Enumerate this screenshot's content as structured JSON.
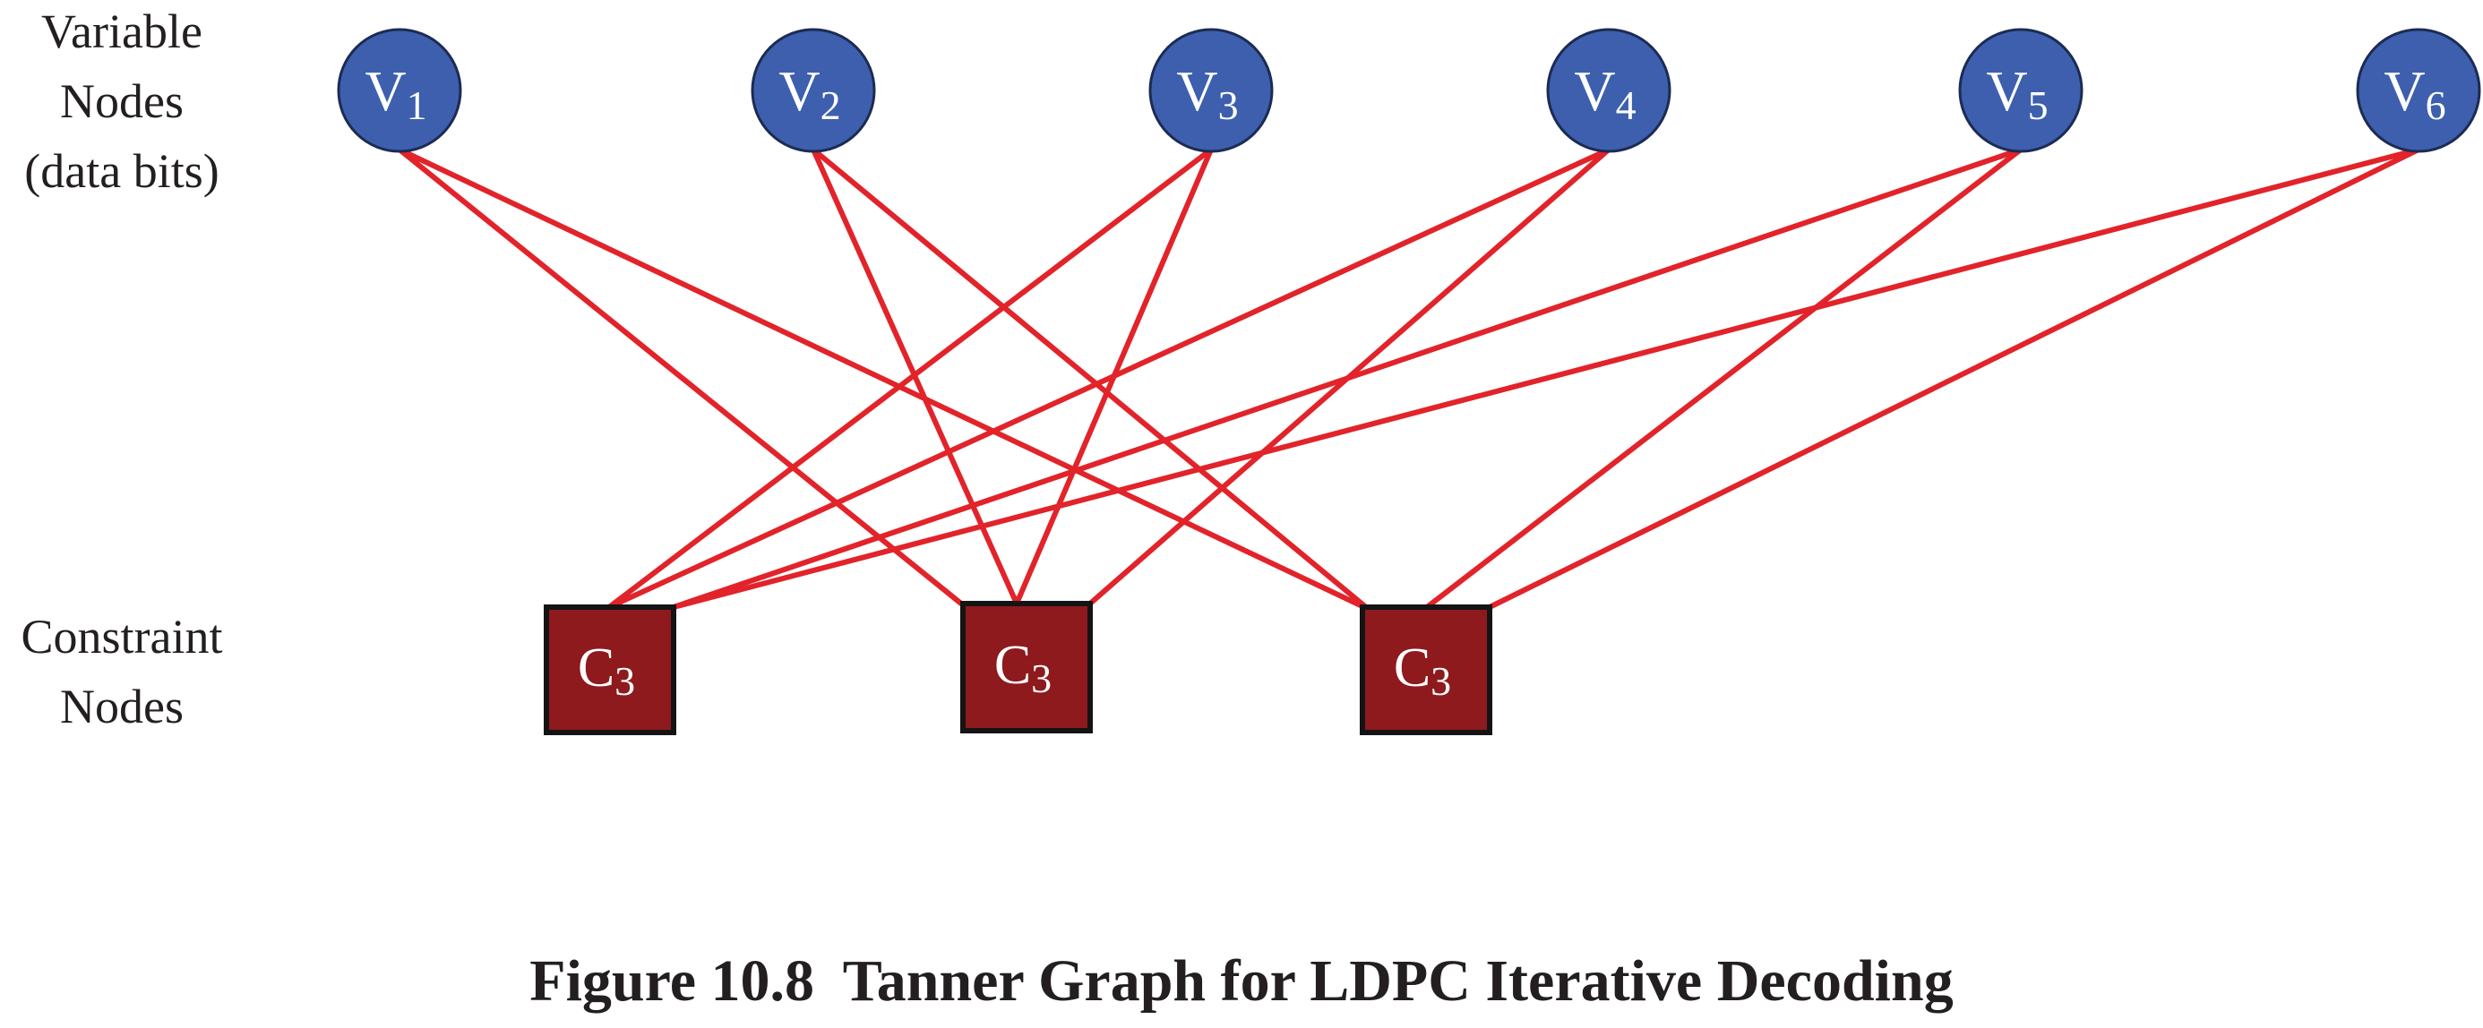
{
  "labels": {
    "variable_nodes": [
      "Variable",
      "Nodes",
      "(data bits)"
    ],
    "constraint_nodes": [
      "Constraint",
      "Nodes"
    ]
  },
  "variable_nodes": [
    {
      "id": "v1",
      "letter": "V",
      "sub": "1"
    },
    {
      "id": "v2",
      "letter": "V",
      "sub": "2"
    },
    {
      "id": "v3",
      "letter": "V",
      "sub": "3"
    },
    {
      "id": "v4",
      "letter": "V",
      "sub": "4"
    },
    {
      "id": "v5",
      "letter": "V",
      "sub": "5"
    },
    {
      "id": "v6",
      "letter": "V",
      "sub": "6"
    }
  ],
  "constraint_nodes": [
    {
      "id": "c1",
      "letter": "C",
      "sub": "3"
    },
    {
      "id": "c2",
      "letter": "C",
      "sub": "3"
    },
    {
      "id": "c3",
      "letter": "C",
      "sub": "3"
    }
  ],
  "edges": [
    {
      "from": "v1",
      "to": "c2"
    },
    {
      "from": "v1",
      "to": "c3"
    },
    {
      "from": "v2",
      "to": "c2"
    },
    {
      "from": "v2",
      "to": "c3"
    },
    {
      "from": "v3",
      "to": "c1"
    },
    {
      "from": "v3",
      "to": "c2"
    },
    {
      "from": "v4",
      "to": "c1"
    },
    {
      "from": "v4",
      "to": "c2"
    },
    {
      "from": "v5",
      "to": "c1"
    },
    {
      "from": "v5",
      "to": "c3"
    },
    {
      "from": "v6",
      "to": "c1"
    },
    {
      "from": "v6",
      "to": "c3"
    }
  ],
  "caption": "Figure 10.8  Tanner Graph for LDPC Iterative Decoding",
  "colors": {
    "variable_fill": "#3d5fae",
    "variable_stroke": "#1c2b52",
    "constraint_fill": "#8e1a1e",
    "constraint_stroke": "#141414",
    "edge": "#e2232a",
    "text": "#231f20"
  }
}
